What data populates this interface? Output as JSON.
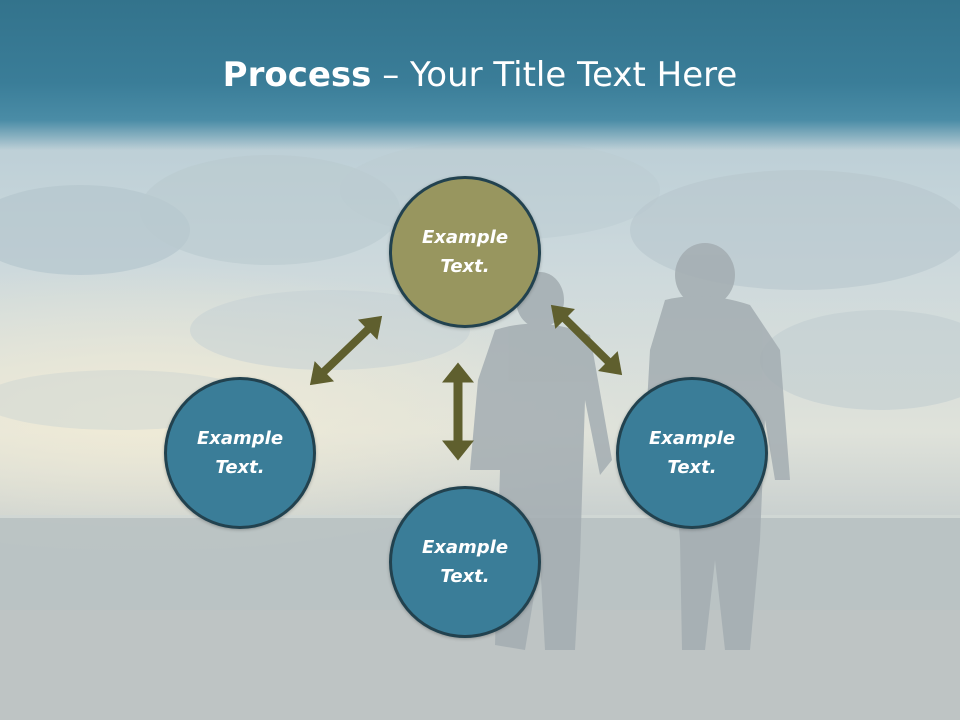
{
  "slide": {
    "title_bold": "Process",
    "title_separator": " – ",
    "title_rest": "Your Title Text Here"
  },
  "nodes": {
    "top": {
      "label": "Example Text.",
      "color": "#98965f"
    },
    "left": {
      "label": "Example Text.",
      "color": "#3a7d98"
    },
    "right": {
      "label": "Example Text.",
      "color": "#3a7d98"
    },
    "bottom": {
      "label": "Example Text.",
      "color": "#3a7d98"
    }
  },
  "colors": {
    "header": "#3a7d98",
    "arrow": "#5f5f2e",
    "circle_border": "#22424f"
  },
  "icons": {
    "arrow": "double-headed-arrow-icon"
  }
}
